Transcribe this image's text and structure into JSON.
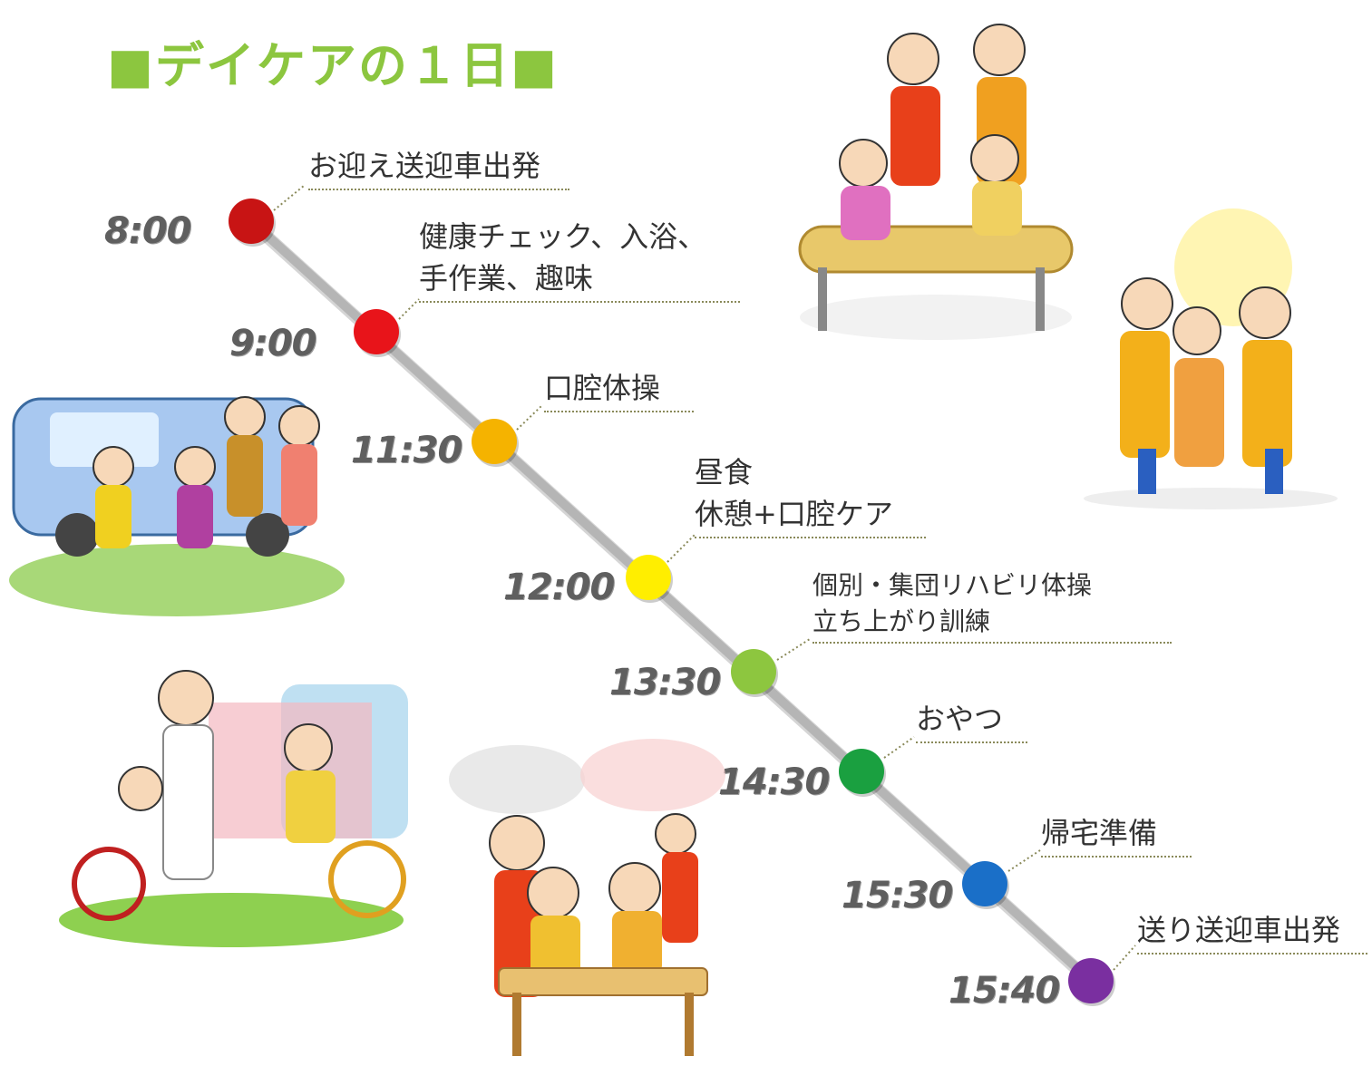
{
  "title": "■デイケアの１日■",
  "timeline": [
    {
      "time": "8:00",
      "color": "#c81414",
      "lines": [
        "お迎え送迎車出発"
      ]
    },
    {
      "time": "9:00",
      "color": "#e8141a",
      "lines": [
        "健康チェック、入浴、",
        "手作業、趣味"
      ]
    },
    {
      "time": "11:30",
      "color": "#f5b300",
      "lines": [
        "口腔体操"
      ]
    },
    {
      "time": "12:00",
      "color": "#ffee00",
      "lines": [
        "昼食",
        "休憩+口腔ケア"
      ]
    },
    {
      "time": "13:30",
      "color": "#8dc63f",
      "lines": [
        "個別・集団リハビリ体操",
        "立ち上がり訓練"
      ]
    },
    {
      "time": "14:30",
      "color": "#1aa040",
      "lines": [
        "おやつ"
      ]
    },
    {
      "time": "15:30",
      "color": "#1a6fc8",
      "lines": [
        "帰宅準備"
      ]
    },
    {
      "time": "15:40",
      "color": "#7a2fa0",
      "lines": [
        "送り送迎車出発"
      ]
    }
  ],
  "colors": {
    "title": "#8cc63f",
    "line": "#b0b0b0",
    "time": "#5f5f5f"
  }
}
